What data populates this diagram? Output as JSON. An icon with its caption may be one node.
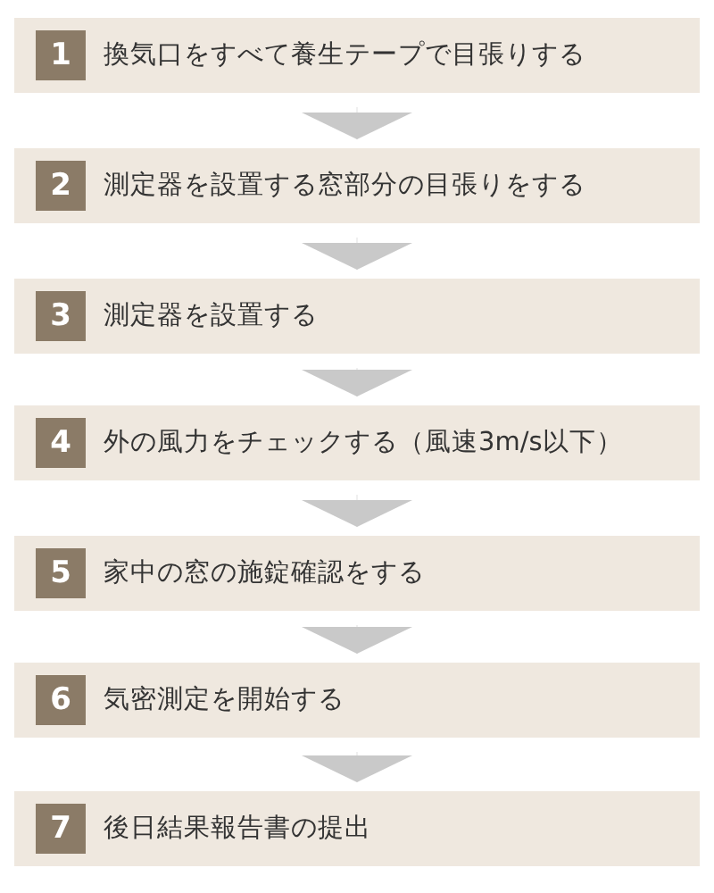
{
  "diagram": {
    "nodes": [
      {
        "text": [
          "1",
          "換気口をすべて養生テープで目張りする"
        ]
      },
      {
        "text": [
          "2",
          "測定器を設置する窓部分の目張りをする"
        ]
      },
      {
        "text": [
          "3",
          "測定器を設置する"
        ]
      },
      {
        "text": [
          "4",
          "外の風力をチェックする（風速3m/s以下）"
        ]
      },
      {
        "text": [
          "5",
          "家中の窓の施錠確認をする"
        ]
      },
      {
        "text": [
          "6",
          "気密測定を開始する"
        ]
      },
      {
        "text": [
          "7",
          "後日結果報告書の提出"
        ]
      }
    ],
    "edges": [
      {
        "from": 0,
        "to": 1,
        "arrow": "to"
      },
      {
        "from": 1,
        "to": 2,
        "arrow": "to"
      },
      {
        "from": 2,
        "to": 3,
        "arrow": "to"
      },
      {
        "from": 3,
        "to": 4,
        "arrow": "to"
      },
      {
        "from": 4,
        "to": 5,
        "arrow": "to"
      },
      {
        "from": 5,
        "to": 6,
        "arrow": "to"
      }
    ]
  }
}
